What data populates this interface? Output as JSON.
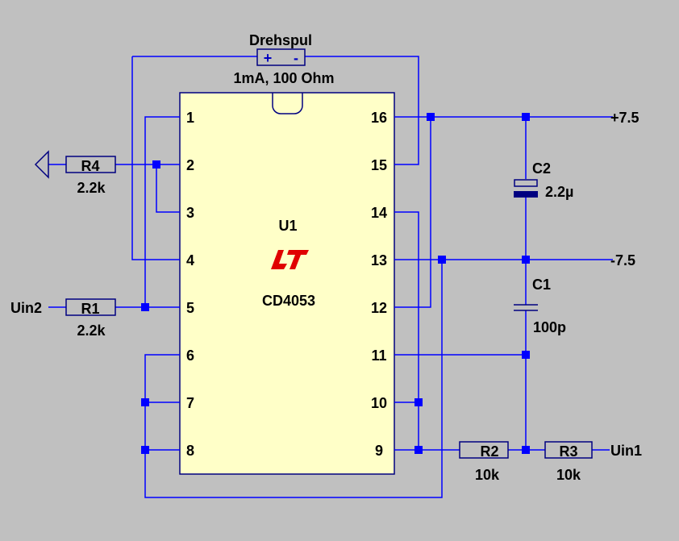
{
  "meter": {
    "name": "Drehspul",
    "value": "1mA, 100 Ohm",
    "plus": "+",
    "minus": "-"
  },
  "ic": {
    "ref": "U1",
    "part": "CD4053",
    "logo": "LT",
    "left_pins": [
      "1",
      "2",
      "3",
      "4",
      "5",
      "6",
      "7",
      "8"
    ],
    "right_pins": [
      "16",
      "15",
      "14",
      "13",
      "12",
      "11",
      "10",
      "9"
    ]
  },
  "components": {
    "R4": {
      "ref": "R4",
      "value": "2.2k"
    },
    "R1": {
      "ref": "R1",
      "value": "2.2k"
    },
    "R2": {
      "ref": "R2",
      "value": "10k"
    },
    "R3": {
      "ref": "R3",
      "value": "10k"
    },
    "C2": {
      "ref": "C2",
      "value": "2.2µ"
    },
    "C1": {
      "ref": "C1",
      "value": "100p"
    }
  },
  "nets": {
    "vpos": "+7.5",
    "vneg": "-7.5",
    "uin1": "Uin1",
    "uin2": "Uin2"
  },
  "colors": {
    "wire": "#0000ff",
    "component": "#000080",
    "ic_fill": "#ffffc8",
    "background": "#c0c0c0",
    "logo": "#e00000"
  }
}
